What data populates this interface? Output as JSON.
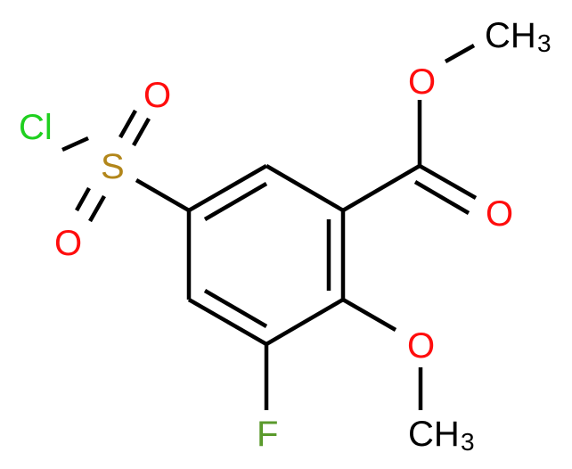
{
  "diagram": {
    "type": "chemical-structure",
    "name": "methyl 5-(chlorosulfonyl)-3-fluoro-2-methoxybenzoate",
    "atoms": {
      "cl": {
        "label": "Cl",
        "color": "#1fd01f"
      },
      "s": {
        "label": "S",
        "color": "#b2861a"
      },
      "o_sulfonyl_top": {
        "label": "O",
        "color": "#ff0d0d"
      },
      "o_sulfonyl_bottom": {
        "label": "O",
        "color": "#ff0d0d"
      },
      "o_ester": {
        "label": "O",
        "color": "#ff0d0d"
      },
      "o_carbonyl": {
        "label": "O",
        "color": "#ff0d0d"
      },
      "ch3_ester": {
        "label": "CH",
        "sub": "3",
        "color": "#000000"
      },
      "o_methoxy": {
        "label": "O",
        "color": "#ff0d0d"
      },
      "ch3_methoxy": {
        "label": "CH",
        "sub": "3",
        "color": "#000000"
      },
      "f": {
        "label": "F",
        "color": "#5a9a2c"
      }
    },
    "bond_color": "#000000"
  }
}
